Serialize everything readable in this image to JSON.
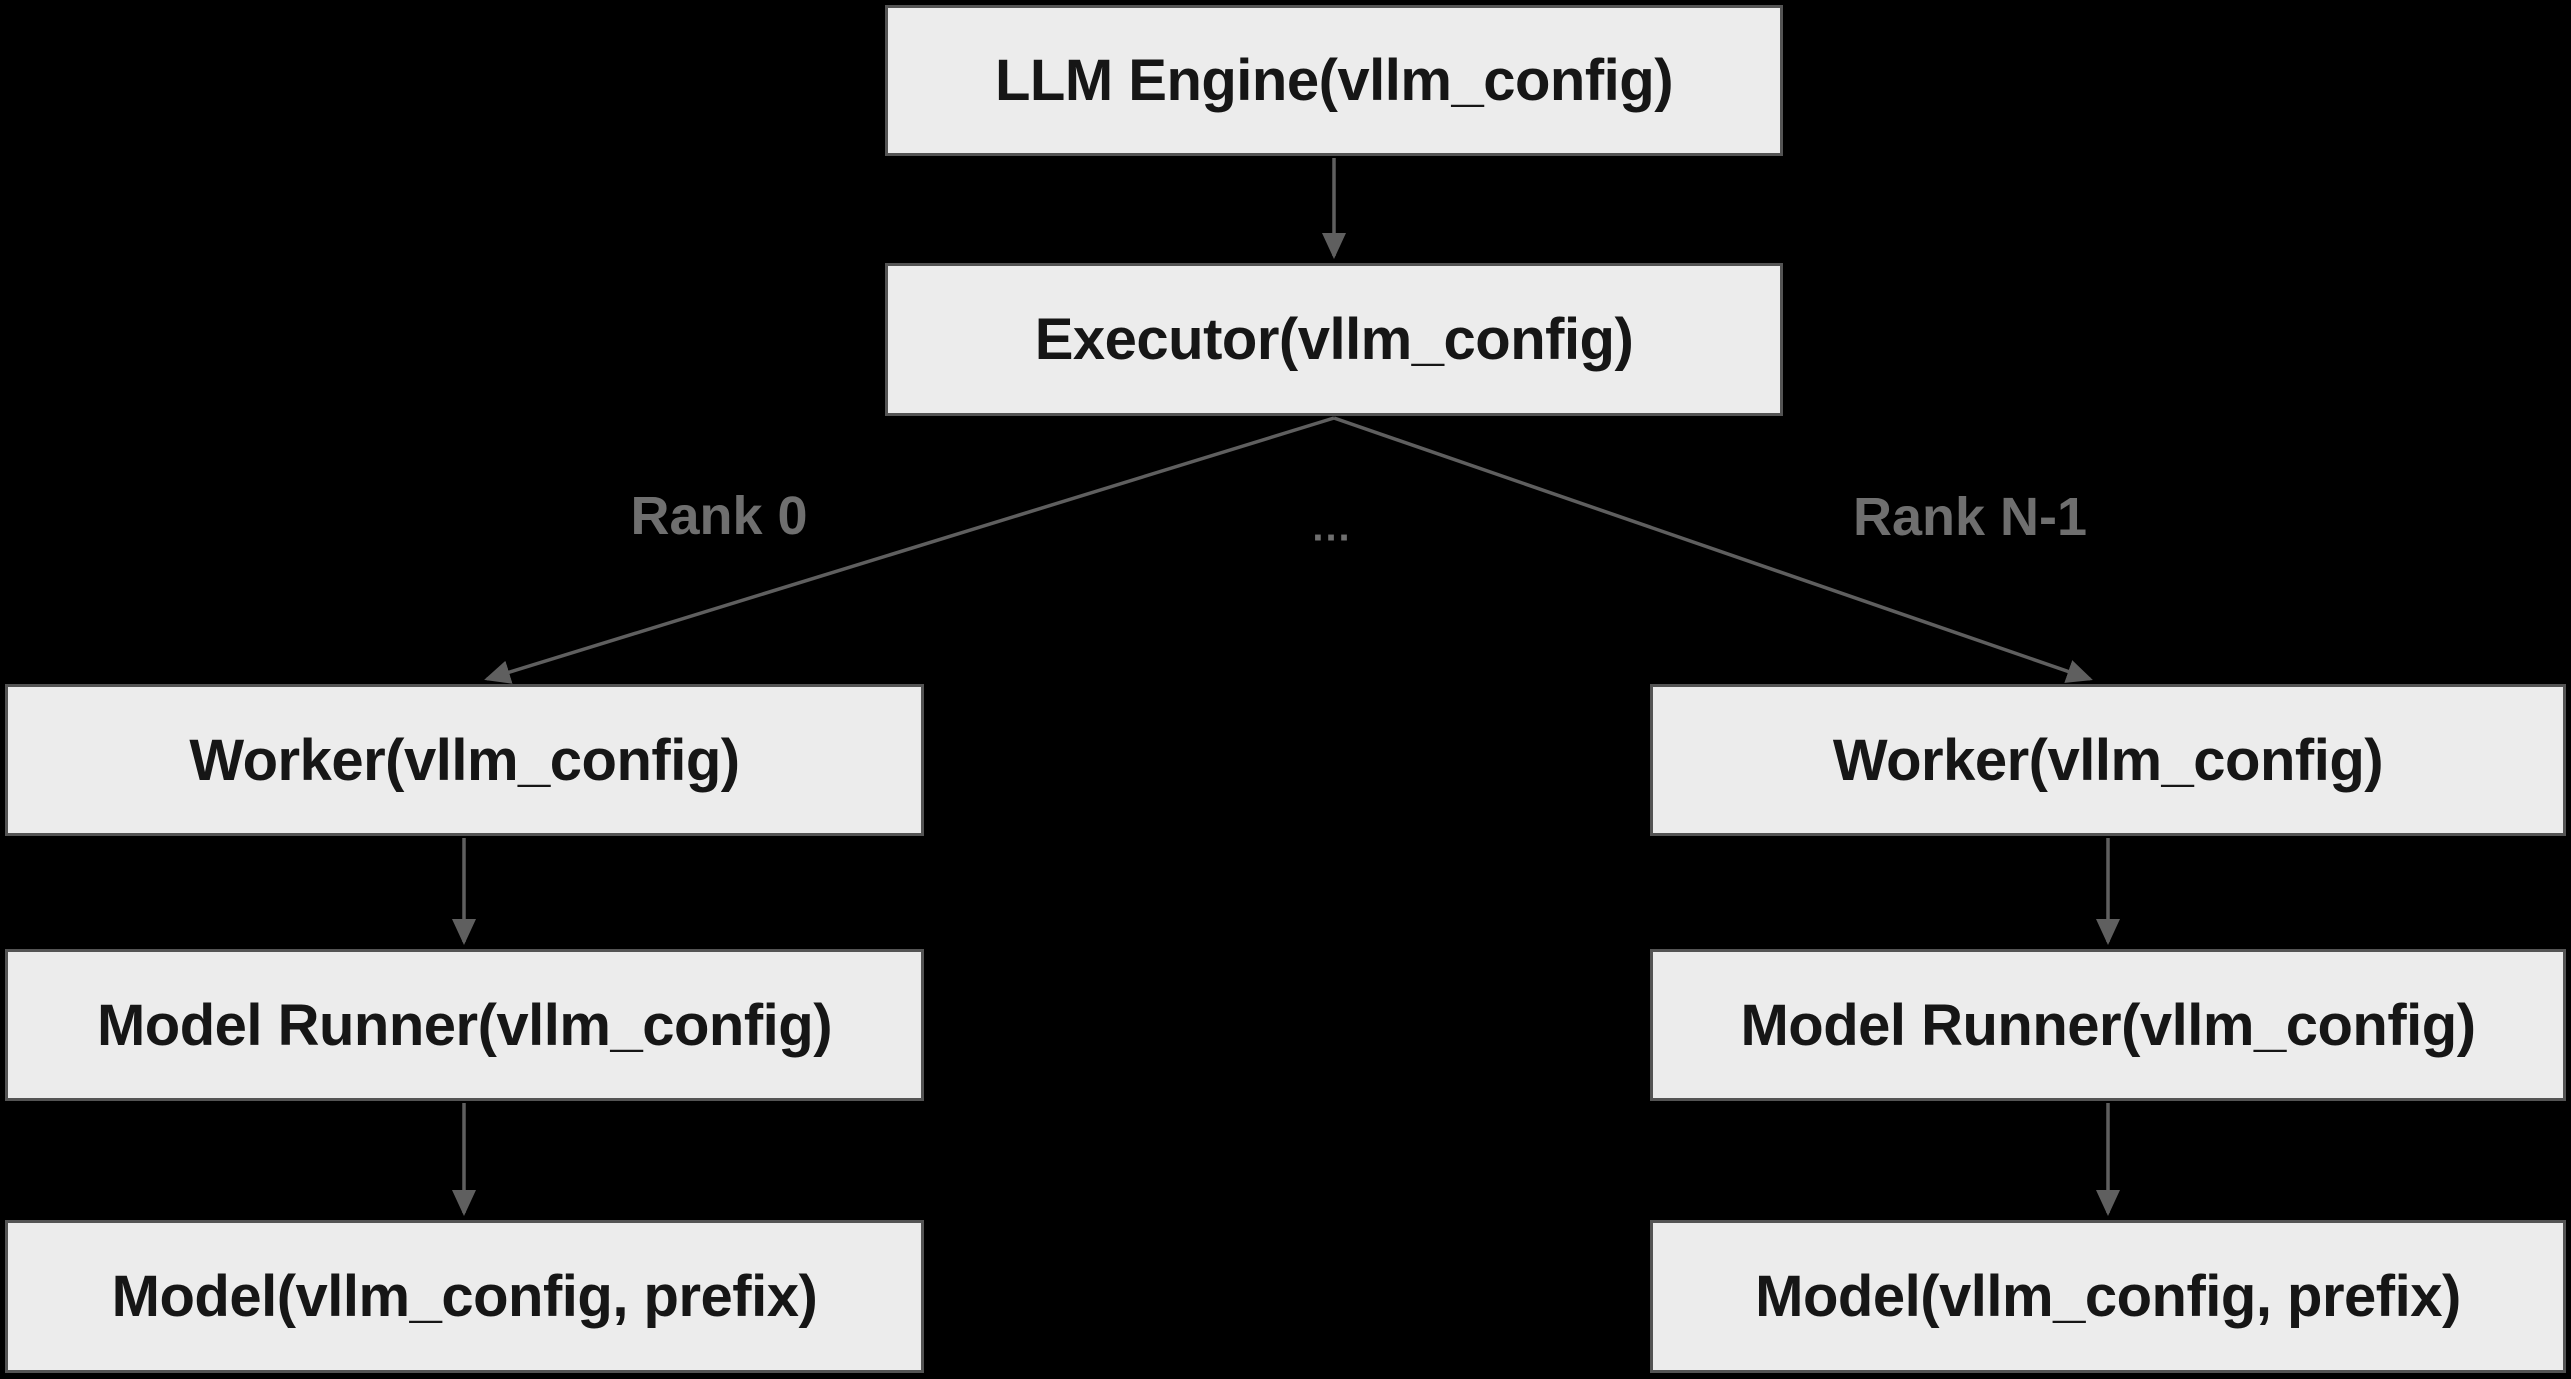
{
  "diagram": {
    "nodes": {
      "llm_engine": "LLM Engine(vllm_config)",
      "executor": "Executor(vllm_config)",
      "worker_left": "Worker(vllm_config)",
      "model_runner_left": "Model Runner(vllm_config)",
      "model_left": "Model(vllm_config, prefix)",
      "worker_right": "Worker(vllm_config)",
      "model_runner_right": "Model Runner(vllm_config)",
      "model_right": "Model(vllm_config, prefix)"
    },
    "edge_labels": {
      "rank_0": "Rank 0",
      "ellipsis": "...",
      "rank_n_1": "Rank N-1"
    },
    "colors": {
      "background": "#000000",
      "node_fill": "#ececec",
      "node_border": "#545454",
      "node_text": "#161616",
      "edge": "#5f5f5f",
      "edge_label": "#6f6f6f"
    }
  }
}
